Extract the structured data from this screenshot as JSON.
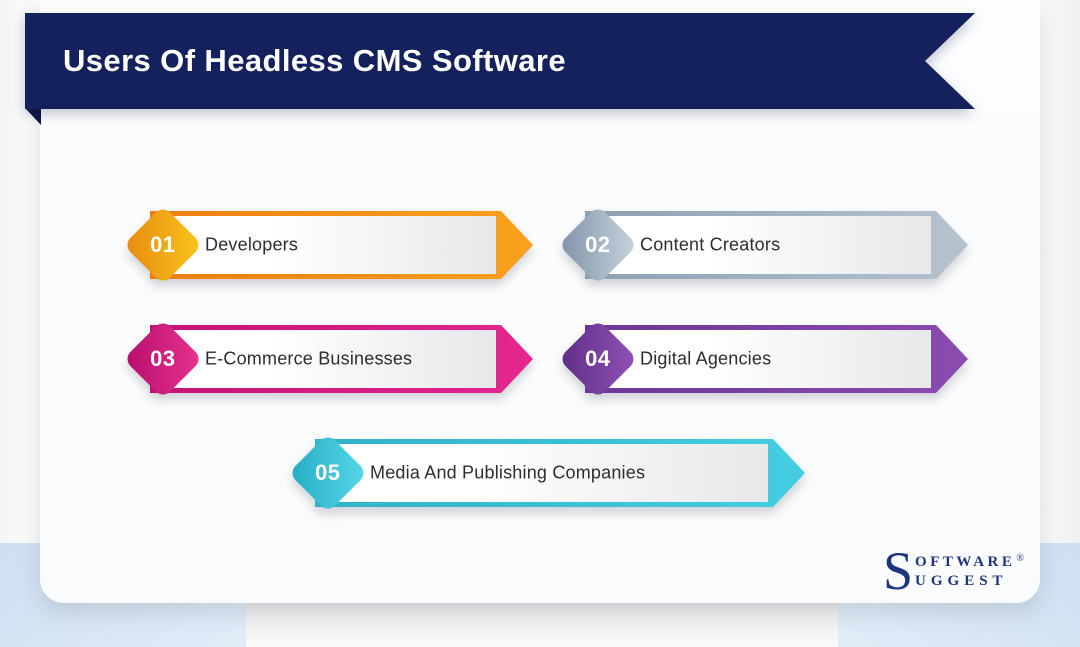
{
  "header": {
    "title": "Users Of Headless CMS Software"
  },
  "items": [
    {
      "number": "01",
      "label": "Developers",
      "colors": {
        "border_from": "#ee7d12",
        "border_to": "#f9a11d",
        "diamond_from": "#e8890f",
        "diamond_to": "#f8c71e"
      }
    },
    {
      "number": "02",
      "label": "Content Creators",
      "colors": {
        "border_from": "#8da0b1",
        "border_to": "#b6c3cf",
        "diamond_from": "#7e92a6",
        "diamond_to": "#c9d5df"
      }
    },
    {
      "number": "03",
      "label": "E-Commerce Businesses",
      "colors": {
        "border_from": "#c41178",
        "border_to": "#e5268f",
        "diamond_from": "#b50d6c",
        "diamond_to": "#e9338f"
      }
    },
    {
      "number": "04",
      "label": "Digital Agencies",
      "colors": {
        "border_from": "#6d3694",
        "border_to": "#8a4caf",
        "diamond_from": "#5f2d87",
        "diamond_to": "#9152b5"
      }
    },
    {
      "number": "05",
      "label": "Media And Publishing Companies",
      "colors": {
        "border_from": "#2fb3c9",
        "border_to": "#45cde2",
        "diamond_from": "#25acc2",
        "diamond_to": "#58d8ea"
      }
    }
  ],
  "logo": {
    "initial": "S",
    "line1": "OFTWARE",
    "line2": "UGGEST",
    "registered": "®"
  },
  "theme": {
    "ribbon_navy": "#14215d",
    "fold_navy": "#0a1543",
    "blob_blue": "#cfe0f1",
    "label_color": "#2d2d2d",
    "logo_navy": "#1e3480"
  }
}
